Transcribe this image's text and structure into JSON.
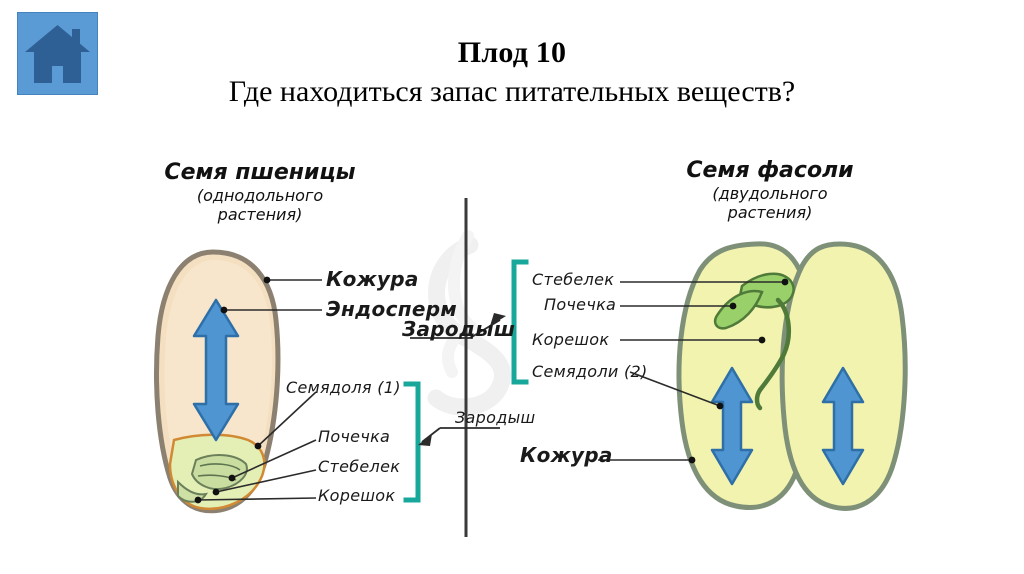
{
  "slide": {
    "title": "Плод 10",
    "subtitle": "Где находиться запас питательных веществ?"
  },
  "home_button": {
    "icon": "home-icon",
    "box_color": "#5B9BD5",
    "house_color": "#2E6095"
  },
  "left_seed": {
    "heading_main": "Семя пшеницы",
    "heading_sub_line1": "(однодольного",
    "heading_sub_line2": "растения)",
    "labels": {
      "coat": "Кожура",
      "endosperm": "Эндосперм",
      "cotyledon": "Семядоля (1)",
      "plumule": "Почечка",
      "stem": "Стебелек",
      "radicle": "Корешок"
    },
    "embryo_label": "Зародыш",
    "seed_body_color": "#F4DFC0",
    "seed_outline_color": "#8c8070",
    "embryo_color": "#e2eeb8"
  },
  "right_seed": {
    "heading_main": "Семя фасоли",
    "heading_sub_line1": "(двудольного",
    "heading_sub_line2": "растения)",
    "labels": {
      "stem": "Стебелек",
      "plumule": "Почечка",
      "radicle": "Корешок",
      "cotyledons": "Семядоли (2)",
      "coat": "Кожура"
    },
    "embryo_label": "Зародыш",
    "seed_body_color": "#F2F3AE",
    "seed_outline_color": "#7e9178",
    "embryo_color": "#9ad06a"
  },
  "colors": {
    "bracket": "#17A79B",
    "arrow_fill": "#4F95D1",
    "arrow_stroke": "#2E6FA8",
    "divider": "#3a3a3a",
    "leader_line": "#2b2b2b",
    "watermark": "#e6e6e6"
  }
}
